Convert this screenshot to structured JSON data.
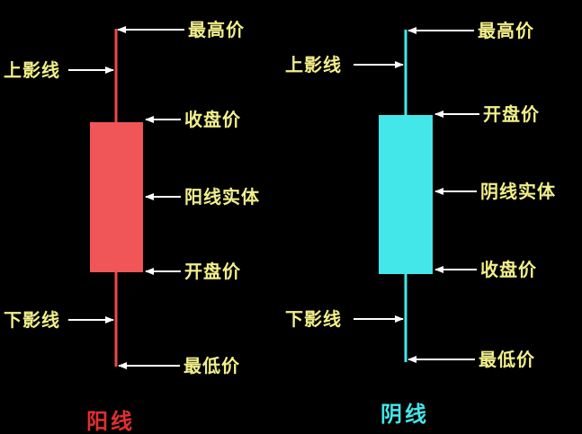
{
  "colors": {
    "background": "#000000",
    "label_text": "#f2ef8a",
    "arrow": "#ffffff",
    "yang_body": "#f05558",
    "yang_wick": "#e84a4a",
    "yin_body": "#43e6e9",
    "yin_wick": "#43e6e9",
    "title_yang": "#e03030",
    "title_yin": "#43e6e9"
  },
  "yang_candle": {
    "title": "阳线",
    "high_label": "最高价",
    "upper_shadow_label": "上影线",
    "close_label": "收盘价",
    "body_label": "阳线实体",
    "open_label": "开盘价",
    "lower_shadow_label": "下影线",
    "low_label": "最低价"
  },
  "yin_candle": {
    "title": "阴线",
    "high_label": "最高价",
    "upper_shadow_label": "上影线",
    "open_label": "开盘价",
    "body_label": "阴线实体",
    "close_label": "收盘价",
    "lower_shadow_label": "下影线",
    "low_label": "最低价"
  }
}
